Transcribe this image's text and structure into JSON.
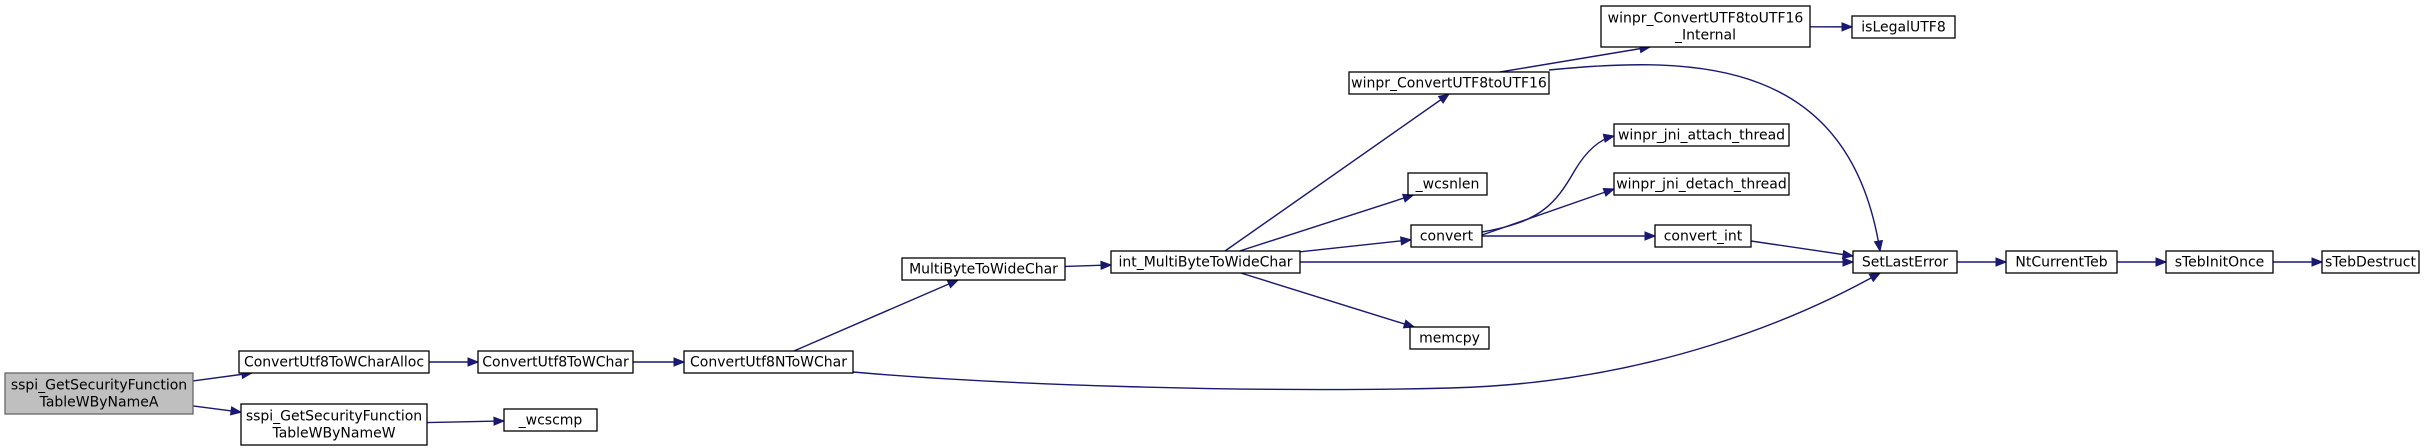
{
  "graph": {
    "title": "",
    "edge_color": "#191970",
    "root_fill": "#bfbfbf",
    "node_border": "#000000",
    "nodes": [
      {
        "id": "root",
        "lines": [
          "sspi_GetSecurityFunction",
          "TableWByNameA"
        ],
        "highlighted": true
      },
      {
        "id": "alloc",
        "lines": [
          "ConvertUtf8ToWCharAlloc"
        ]
      },
      {
        "id": "getW",
        "lines": [
          "sspi_GetSecurityFunction",
          "TableWByNameW"
        ]
      },
      {
        "id": "toWChar",
        "lines": [
          "ConvertUtf8ToWChar"
        ]
      },
      {
        "id": "wcscmp",
        "lines": [
          "_wcscmp"
        ]
      },
      {
        "id": "toNWChar",
        "lines": [
          "ConvertUtf8NToWChar"
        ]
      },
      {
        "id": "mbtwc",
        "lines": [
          "MultiByteToWideChar"
        ]
      },
      {
        "id": "intmbtwc",
        "lines": [
          "int_MultiByteToWideChar"
        ]
      },
      {
        "id": "winprConv",
        "lines": [
          "winpr_ConvertUTF8toUTF16"
        ]
      },
      {
        "id": "wcsnlen",
        "lines": [
          "_wcsnlen"
        ]
      },
      {
        "id": "convert",
        "lines": [
          "convert"
        ]
      },
      {
        "id": "memcpy",
        "lines": [
          "memcpy"
        ]
      },
      {
        "id": "winprInternal",
        "lines": [
          "winpr_ConvertUTF8toUTF16",
          "_Internal"
        ]
      },
      {
        "id": "attach",
        "lines": [
          "winpr_jni_attach_thread"
        ]
      },
      {
        "id": "detach",
        "lines": [
          "winpr_jni_detach_thread"
        ]
      },
      {
        "id": "convertInt",
        "lines": [
          "convert_int"
        ]
      },
      {
        "id": "isLegal",
        "lines": [
          "isLegalUTF8"
        ]
      },
      {
        "id": "setLastError",
        "lines": [
          "SetLastError"
        ]
      },
      {
        "id": "ntCurrentTeb",
        "lines": [
          "NtCurrentTeb"
        ]
      },
      {
        "id": "sTebInitOnce",
        "lines": [
          "sTebInitOnce"
        ]
      },
      {
        "id": "sTebDestruct",
        "lines": [
          "sTebDestruct"
        ]
      }
    ],
    "edges": [
      [
        "root",
        "alloc"
      ],
      [
        "root",
        "getW"
      ],
      [
        "alloc",
        "toWChar"
      ],
      [
        "getW",
        "wcscmp"
      ],
      [
        "toWChar",
        "toNWChar"
      ],
      [
        "toNWChar",
        "mbtwc"
      ],
      [
        "toNWChar",
        "setLastError"
      ],
      [
        "mbtwc",
        "intmbtwc"
      ],
      [
        "intmbtwc",
        "winprConv"
      ],
      [
        "intmbtwc",
        "wcsnlen"
      ],
      [
        "intmbtwc",
        "convert"
      ],
      [
        "intmbtwc",
        "setLastError"
      ],
      [
        "intmbtwc",
        "memcpy"
      ],
      [
        "winprConv",
        "winprInternal"
      ],
      [
        "winprConv",
        "setLastError"
      ],
      [
        "winprInternal",
        "isLegal"
      ],
      [
        "convert",
        "attach"
      ],
      [
        "convert",
        "detach"
      ],
      [
        "convert",
        "convertInt"
      ],
      [
        "convertInt",
        "setLastError"
      ],
      [
        "setLastError",
        "ntCurrentTeb"
      ],
      [
        "ntCurrentTeb",
        "sTebInitOnce"
      ],
      [
        "sTebInitOnce",
        "sTebDestruct"
      ]
    ]
  }
}
